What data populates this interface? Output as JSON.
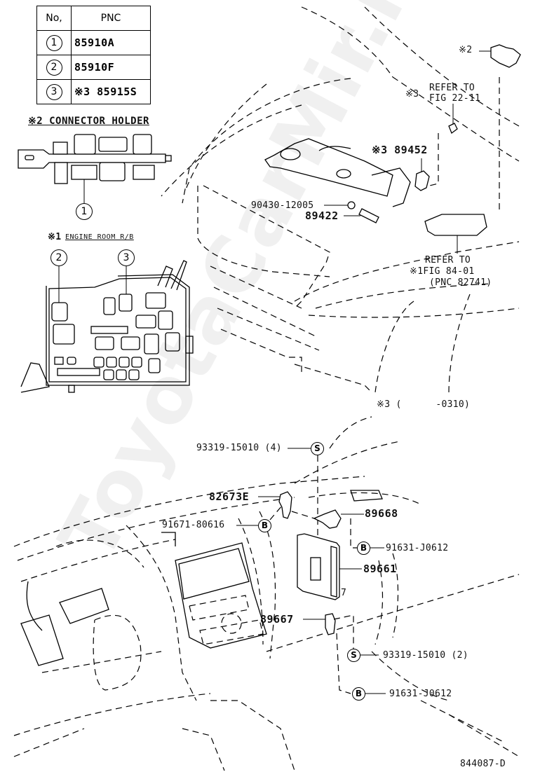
{
  "diagram": {
    "type": "parts-exploded-view",
    "drawing_number": "844087-D",
    "watermark": "ToyotaCarMir.ru"
  },
  "pnc_table": {
    "headers": {
      "no": "No,",
      "pnc": "PNC"
    },
    "rows": [
      {
        "no": "1",
        "pnc": "85910A"
      },
      {
        "no": "2",
        "pnc": "85910F"
      },
      {
        "no": "3",
        "pnc": "※3 85915S"
      }
    ]
  },
  "insets": {
    "connector_holder": {
      "title": "※2 CONNECTOR HOLDER",
      "callout": "1"
    },
    "engine_room_rb": {
      "prefix": "※1",
      "title": "ENGINE ROOM R/B",
      "callouts": [
        "2",
        "3"
      ]
    }
  },
  "engine_bay": {
    "labels": {
      "note2": "※2",
      "refer_fig_22_note": "※3",
      "refer_fig_22_line1": "REFER TO",
      "refer_fig_22_line2": "FIG 22-11",
      "part_89452": "※3 89452",
      "part_90430": "90430-12005",
      "part_89422": "89422",
      "refer_84_line1": "REFER TO",
      "refer_84_line2": "※1FIG 84-01",
      "refer_84_line3": "(PNC 82741)"
    }
  },
  "cabin": {
    "labels": {
      "date_note": "※3 (      -0310)",
      "part_93319_4": "93319-15010 (4)",
      "part_82673E": "82673E",
      "part_91671": "91671-80616",
      "part_89668": "89668",
      "part_91631_a": "91631-J0612",
      "part_89661": "89661",
      "part_89667": "89667",
      "part_93319_2": "93319-15010 (2)",
      "part_91631_b": "91631-J0612",
      "mark_7": "7"
    },
    "fastener_symbols": {
      "screw": "S",
      "bolt": "B"
    }
  }
}
